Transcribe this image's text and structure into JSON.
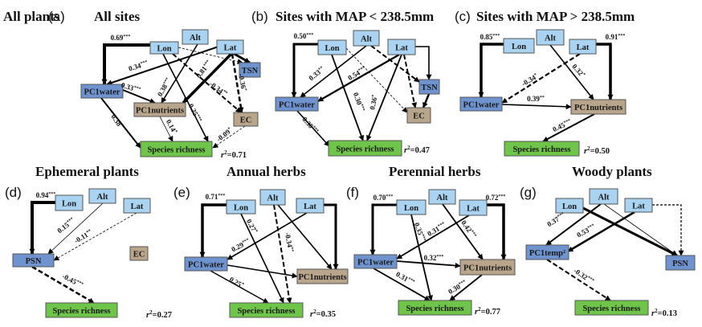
{
  "colors": {
    "geo": "#a9d3f0",
    "climate": "#6f93cf",
    "soil": "#b8a58b",
    "response": "#6fc44a",
    "border": "#555555",
    "arrow": "#000000"
  },
  "panels": [
    {
      "id": "a",
      "label": "(a)",
      "prefix": "All plants",
      "title": "All sites",
      "r2": "0.71",
      "nodes": {
        "Lon": {
          "text": "Lon",
          "type": "geo"
        },
        "Alt": {
          "text": "Alt",
          "type": "geo"
        },
        "Lat": {
          "text": "Lat",
          "type": "geo"
        },
        "TSN": {
          "text": "TSN",
          "type": "climate"
        },
        "PC1water": {
          "text": "PC1water",
          "type": "climate"
        },
        "PC1nutrients": {
          "text": "PC1nutrients",
          "type": "soil"
        },
        "EC": {
          "text": "EC",
          "type": "soil"
        },
        "SR": {
          "text": "Species richness",
          "type": "response"
        }
      },
      "paths": [
        {
          "from": "Lon",
          "to": "PC1water",
          "coef": "0.69***",
          "sign": "positive"
        },
        {
          "from": "Lat",
          "to": "PC1water",
          "coef": "0.34***",
          "sign": "positive"
        },
        {
          "from": "Alt",
          "to": "PC1nutrients",
          "coef": "0.38***",
          "sign": "positive"
        },
        {
          "from": "Lat",
          "to": "PC1nutrients",
          "coef": "0.81***",
          "sign": "positive"
        },
        {
          "from": "Lon",
          "to": "EC",
          "coef": "-0.34**",
          "sign": "negative"
        },
        {
          "from": "Lat",
          "to": "EC",
          "coef": "-0.36*",
          "sign": "negative"
        },
        {
          "from": "Lon",
          "to": "TSN",
          "coef": "",
          "sign": "negative"
        },
        {
          "from": "Lat",
          "to": "TSN",
          "coef": "",
          "sign": "positive"
        },
        {
          "from": "PC1water",
          "to": "PC1nutrients",
          "coef": "0.33***",
          "sign": "positive"
        },
        {
          "from": "PC1water",
          "to": "SR",
          "coef": "0.38***",
          "sign": "positive"
        },
        {
          "from": "PC1nutrients",
          "to": "SR",
          "coef": "0.14*",
          "sign": "positive"
        },
        {
          "from": "Lon",
          "to": "SR",
          "coef": "0.25***",
          "sign": "positive"
        },
        {
          "from": "EC",
          "to": "SR",
          "coef": "-0.09*",
          "sign": "negative"
        }
      ]
    },
    {
      "id": "b",
      "label": "(b)",
      "title": "Sites with MAP < 238.5mm",
      "r2": "0.47",
      "nodes": {
        "Lon": {
          "text": "Lon",
          "type": "geo"
        },
        "Alt": {
          "text": "Alt",
          "type": "geo"
        },
        "Lat": {
          "text": "Lat",
          "type": "geo"
        },
        "TSN": {
          "text": "TSN",
          "type": "climate"
        },
        "PC1water": {
          "text": "PC1water",
          "type": "climate"
        },
        "EC": {
          "text": "EC",
          "type": "soil"
        },
        "SR": {
          "text": "Species richness",
          "type": "response"
        }
      },
      "paths": [
        {
          "from": "Lon",
          "to": "PC1water",
          "coef": "0.50***",
          "sign": "positive"
        },
        {
          "from": "Alt",
          "to": "PC1water",
          "coef": "0.33**",
          "sign": "positive"
        },
        {
          "from": "Lat",
          "to": "PC1water",
          "coef": "0.54***",
          "sign": "positive"
        },
        {
          "from": "Lon",
          "to": "SR",
          "coef": "0.30***",
          "sign": "positive"
        },
        {
          "from": "Lat",
          "to": "SR",
          "coef": "0.36*",
          "sign": "positive"
        },
        {
          "from": "PC1water",
          "to": "SR",
          "coef": "0.30***",
          "sign": "positive"
        },
        {
          "from": "Lat",
          "to": "TSN",
          "coef": "",
          "sign": "positive"
        },
        {
          "from": "Alt",
          "to": "TSN",
          "coef": "",
          "sign": "negative"
        },
        {
          "from": "Lon",
          "to": "EC",
          "coef": "",
          "sign": "negative"
        },
        {
          "from": "Lat",
          "to": "EC",
          "coef": "",
          "sign": "negative"
        },
        {
          "from": "TSN",
          "to": "EC",
          "coef": "",
          "sign": "positive"
        }
      ]
    },
    {
      "id": "c",
      "label": "(c)",
      "title": "Sites with MAP > 238.5mm",
      "r2": "0.50",
      "nodes": {
        "Lon": {
          "text": "Lon",
          "type": "geo"
        },
        "Alt": {
          "text": "Alt",
          "type": "geo"
        },
        "Lat": {
          "text": "Lat",
          "type": "geo"
        },
        "PC1water": {
          "text": "PC1water",
          "type": "climate"
        },
        "PC1nutrients": {
          "text": "PC1nutrients",
          "type": "soil"
        },
        "SR": {
          "text": "Species richness",
          "type": "response"
        }
      },
      "paths": [
        {
          "from": "Lon",
          "to": "PC1water",
          "coef": "0.85***",
          "sign": "positive"
        },
        {
          "from": "Lat",
          "to": "PC1water",
          "coef": "-0.34*",
          "sign": "negative"
        },
        {
          "from": "Alt",
          "to": "PC1nutrients",
          "coef": "0.32*",
          "sign": "positive"
        },
        {
          "from": "Lat",
          "to": "PC1nutrients",
          "coef": "0.91***",
          "sign": "positive"
        },
        {
          "from": "PC1water",
          "to": "PC1nutrients",
          "coef": "0.39**",
          "sign": "positive"
        },
        {
          "from": "PC1nutrients",
          "to": "SR",
          "coef": "0.45***",
          "sign": "positive"
        }
      ]
    },
    {
      "id": "d",
      "label": "(d)",
      "title": "Ephemeral plants",
      "r2": "0.27",
      "nodes": {
        "Lon": {
          "text": "Lon",
          "type": "geo"
        },
        "Alt": {
          "text": "Alt",
          "type": "geo"
        },
        "Lat": {
          "text": "Lat",
          "type": "geo"
        },
        "PSN": {
          "text": "PSN",
          "type": "climate"
        },
        "EC": {
          "text": "EC",
          "type": "soil"
        },
        "SR": {
          "text": "Species richness",
          "type": "response"
        }
      },
      "paths": [
        {
          "from": "Lon",
          "to": "PSN",
          "coef": "0.94***",
          "sign": "positive"
        },
        {
          "from": "Alt",
          "to": "PSN",
          "coef": "0.15***",
          "sign": "positive"
        },
        {
          "from": "Lat",
          "to": "PSN",
          "coef": "-0.11**",
          "sign": "negative"
        },
        {
          "from": "PSN",
          "to": "SR",
          "coef": "-0.45***",
          "sign": "negative"
        }
      ]
    },
    {
      "id": "e",
      "label": "(e)",
      "title": "Annual herbs",
      "r2": "0.35",
      "nodes": {
        "Lon": {
          "text": "Lon",
          "type": "geo"
        },
        "Alt": {
          "text": "Alt",
          "type": "geo"
        },
        "Lat": {
          "text": "Lat",
          "type": "geo"
        },
        "PC1water": {
          "text": "PC1water",
          "type": "climate"
        },
        "PC1nutrients": {
          "text": "PC1nutrients",
          "type": "soil"
        },
        "SR": {
          "text": "Species richness",
          "type": "response"
        }
      },
      "paths": [
        {
          "from": "Lon",
          "to": "PC1water",
          "coef": "0.71***",
          "sign": "positive"
        },
        {
          "from": "Lat",
          "to": "PC1water",
          "coef": "0.29***",
          "sign": "positive"
        },
        {
          "from": "Lon",
          "to": "SR",
          "coef": "0.27*",
          "sign": "positive"
        },
        {
          "from": "Alt",
          "to": "SR",
          "coef": "-0.34**",
          "sign": "negative"
        },
        {
          "from": "Alt",
          "to": "PC1nutrients",
          "coef": "",
          "sign": "positive"
        },
        {
          "from": "Lat",
          "to": "PC1nutrients",
          "coef": "",
          "sign": "positive"
        },
        {
          "from": "PC1water",
          "to": "PC1nutrients",
          "coef": "",
          "sign": "positive"
        },
        {
          "from": "PC1water",
          "to": "SR",
          "coef": "0.25*",
          "sign": "positive"
        }
      ]
    },
    {
      "id": "f",
      "label": "(f)",
      "title": "Perennial herbs",
      "r2": "0.77",
      "nodes": {
        "Lon": {
          "text": "Lon",
          "type": "geo"
        },
        "Alt": {
          "text": "Alt",
          "type": "geo"
        },
        "Lat": {
          "text": "Lat",
          "type": "geo"
        },
        "PC1water": {
          "text": "PC1water",
          "type": "climate"
        },
        "PC1nutrients": {
          "text": "PC1nutrients",
          "type": "soil"
        },
        "SR": {
          "text": "Species richness",
          "type": "response"
        }
      },
      "paths": [
        {
          "from": "Lon",
          "to": "PC1water",
          "coef": "0.70***",
          "sign": "positive"
        },
        {
          "from": "Lat",
          "to": "PC1water",
          "coef": "0.31***",
          "sign": "positive"
        },
        {
          "from": "Lon",
          "to": "SR",
          "coef": "0.35***",
          "sign": "positive"
        },
        {
          "from": "Alt",
          "to": "PC1nutrients",
          "coef": "0.42***",
          "sign": "positive"
        },
        {
          "from": "Lat",
          "to": "PC1nutrients",
          "coef": "0.72***",
          "sign": "positive"
        },
        {
          "from": "PC1water",
          "to": "PC1nutrients",
          "coef": "0.32***",
          "sign": "positive"
        },
        {
          "from": "PC1water",
          "to": "SR",
          "coef": "0.31***",
          "sign": "positive"
        },
        {
          "from": "PC1nutrients",
          "to": "SR",
          "coef": "0.30***",
          "sign": "positive"
        }
      ]
    },
    {
      "id": "g",
      "label": "(g)",
      "title": "Woody plants",
      "r2": "0.13",
      "nodes": {
        "Lon": {
          "text": "Lon",
          "type": "geo"
        },
        "Alt": {
          "text": "Alt",
          "type": "geo"
        },
        "Lat": {
          "text": "Lat",
          "type": "geo"
        },
        "PC1temp": {
          "text": "PC1temp²",
          "type": "climate"
        },
        "PSN": {
          "text": "PSN",
          "type": "climate"
        },
        "SR": {
          "text": "Species richness",
          "type": "response"
        }
      },
      "paths": [
        {
          "from": "Alt",
          "to": "PC1temp",
          "coef": "0.37***",
          "sign": "positive"
        },
        {
          "from": "Lat",
          "to": "PC1temp",
          "coef": "0.53***",
          "sign": "positive"
        },
        {
          "from": "Lon",
          "to": "PSN",
          "coef": "",
          "sign": "positive"
        },
        {
          "from": "Alt",
          "to": "PSN",
          "coef": "",
          "sign": "positive"
        },
        {
          "from": "Lat",
          "to": "PSN",
          "coef": "",
          "sign": "negative"
        },
        {
          "from": "PC1temp",
          "to": "SR",
          "coef": "-0.32***",
          "sign": "negative"
        }
      ]
    }
  ]
}
